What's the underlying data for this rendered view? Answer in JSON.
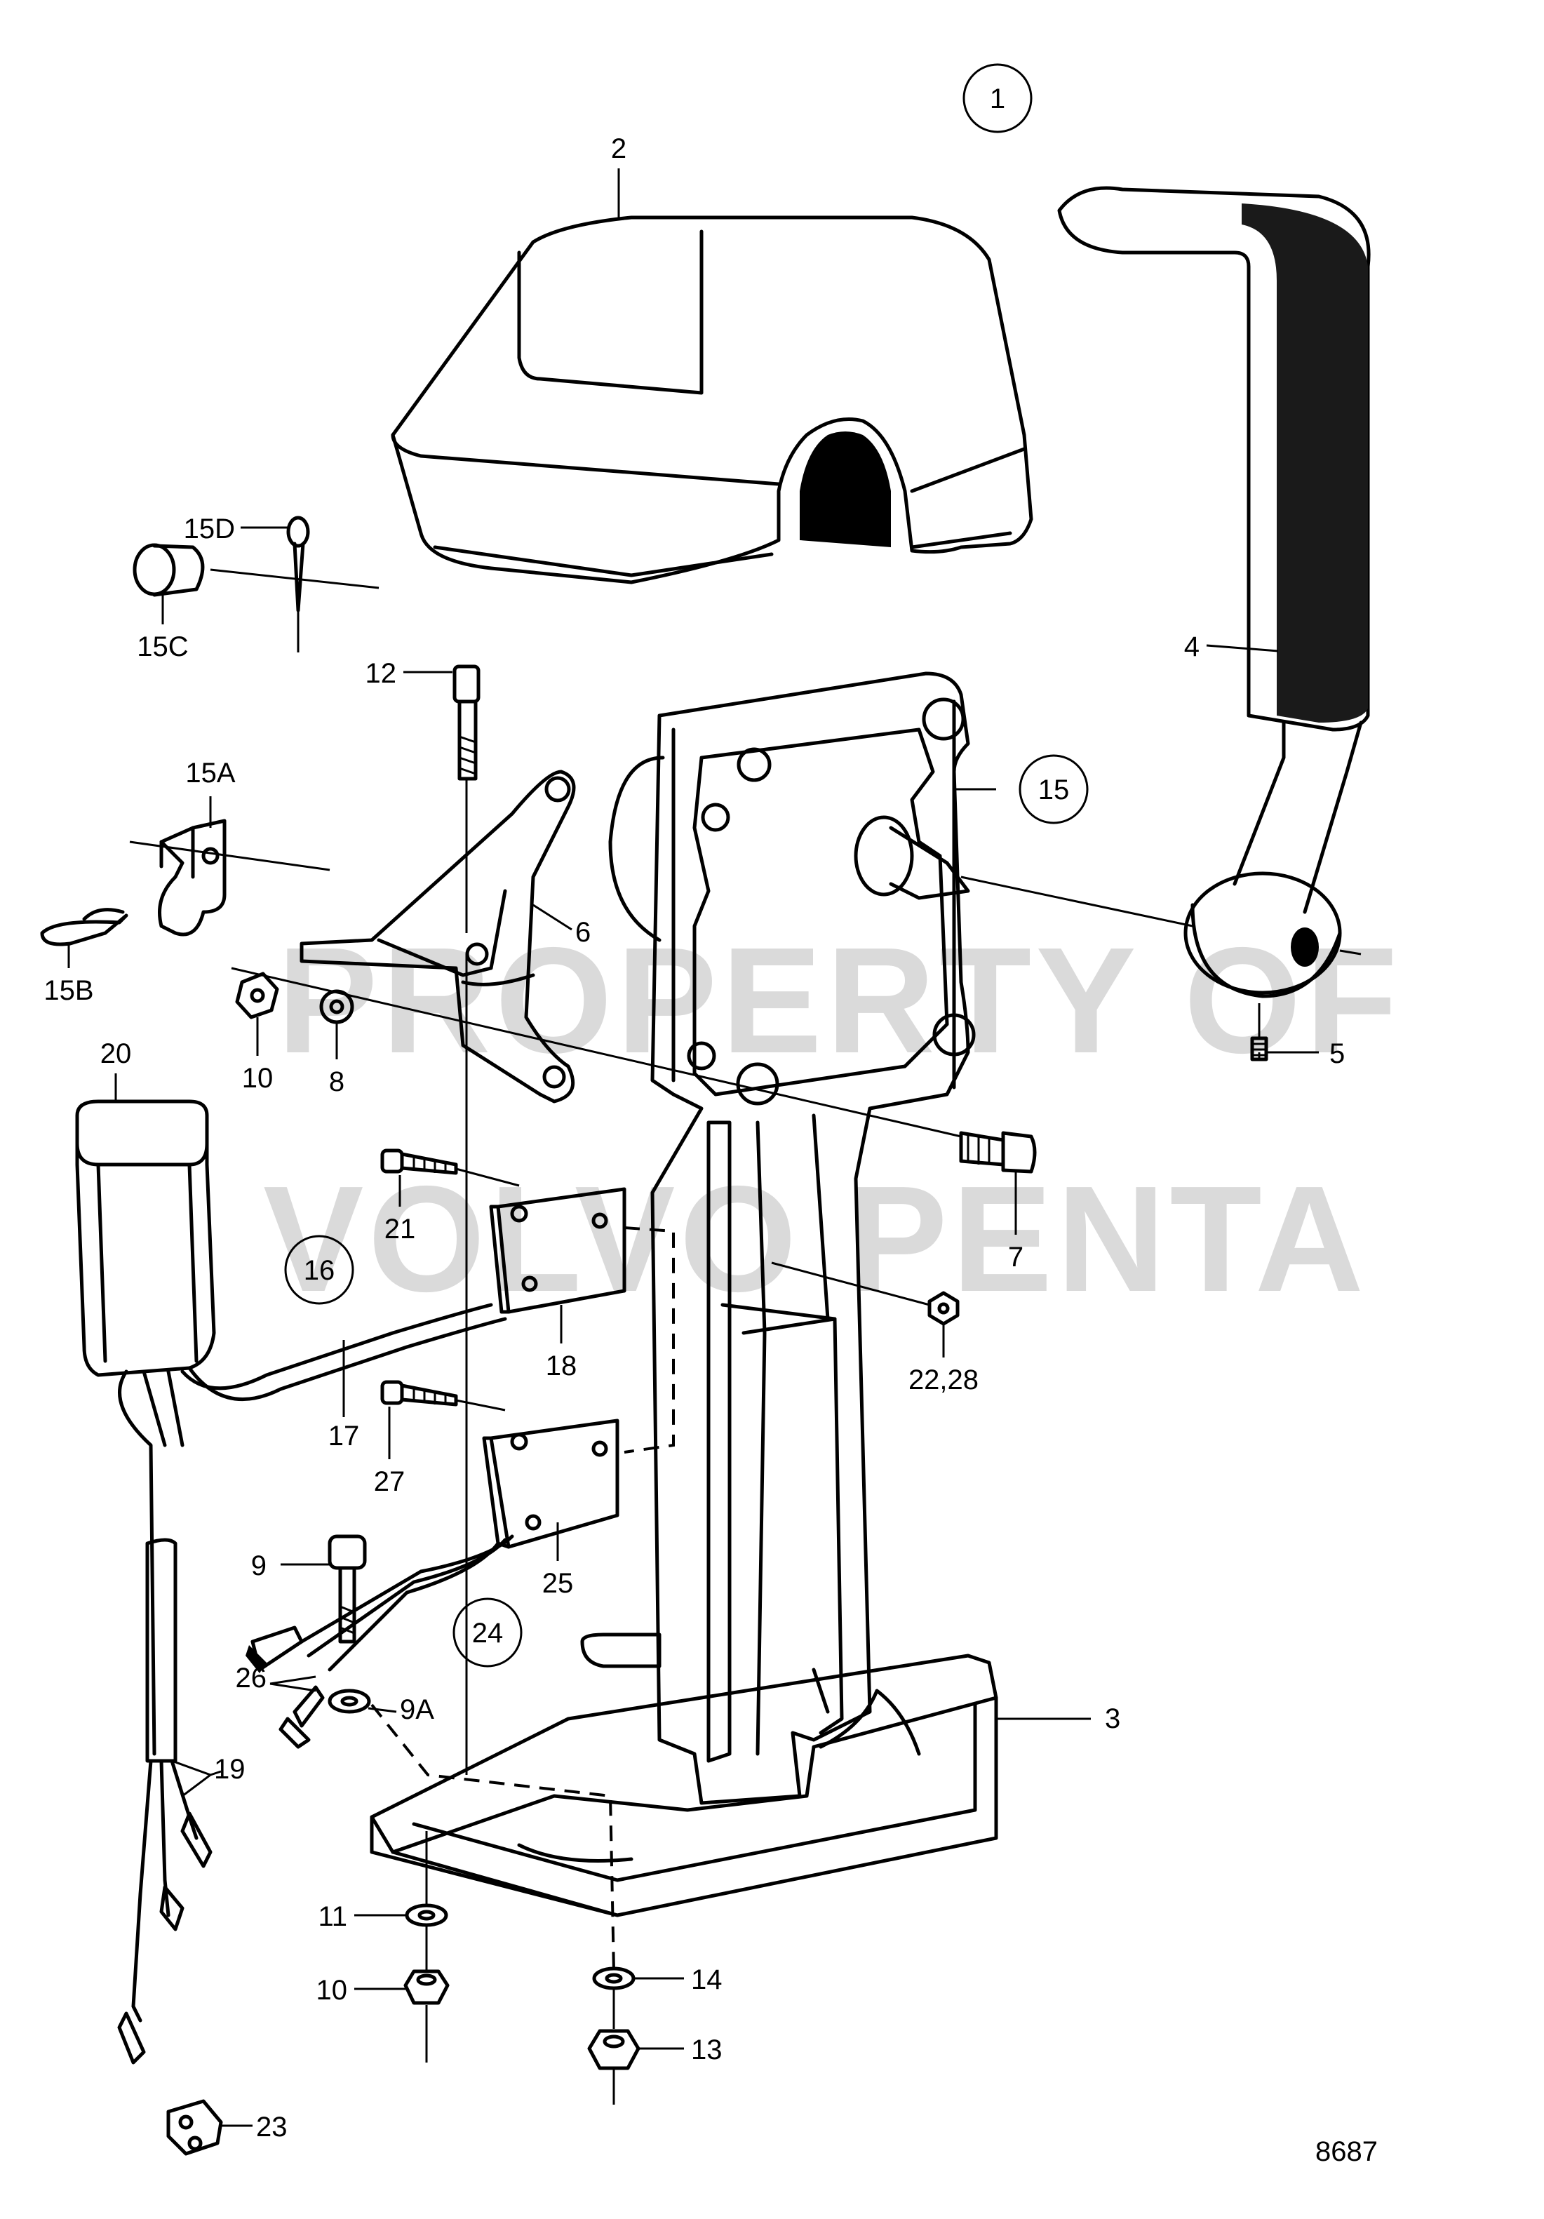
{
  "diagram": {
    "drawing_number": "8687",
    "watermark": {
      "line1": "PROPERTY OF",
      "line2": "VOLVO PENTA"
    },
    "labels": {
      "l1": "1",
      "l2": "2",
      "l3": "3",
      "l4": "4",
      "l5": "5",
      "l6": "6",
      "l7": "7",
      "l8": "8",
      "l9": "9",
      "l9a": "9A",
      "l10a": "10",
      "l10b": "10",
      "l11": "11",
      "l12": "12",
      "l13": "13",
      "l14": "14",
      "l15": "15",
      "l15a": "15A",
      "l15b": "15B",
      "l15c": "15C",
      "l15d": "15D",
      "l16": "16",
      "l17": "17",
      "l18": "18",
      "l19": "19",
      "l20": "20",
      "l21": "21",
      "l2228": "22,28",
      "l23": "23",
      "l24": "24",
      "l25": "25",
      "l26": "26",
      "l27": "27"
    }
  }
}
